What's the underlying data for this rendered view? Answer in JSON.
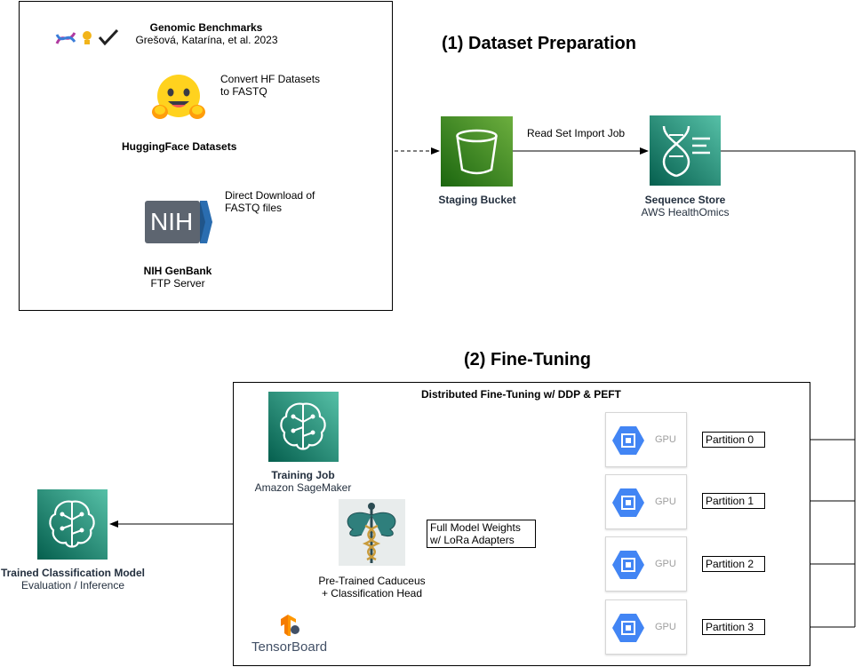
{
  "headings": {
    "dataset_preparation": "(1) Dataset Preparation",
    "fine_tuning": "(2) Fine-Tuning"
  },
  "sources_box": {
    "genomic_benchmarks": {
      "title": "Genomic Benchmarks",
      "citation": "Grešová, Katarína, et al. 2023"
    },
    "huggingface": {
      "label": "HuggingFace Datasets",
      "edge_label_line1": "Convert HF Datasets",
      "edge_label_line2": "to FASTQ"
    },
    "nih": {
      "logo_text": "NIH",
      "label": "NIH GenBank",
      "sublabel": "FTP Server",
      "edge_label_line1": "Direct Download of",
      "edge_label_line2": "FASTQ files"
    }
  },
  "staging_bucket": {
    "label": "Staging Bucket"
  },
  "import_edge": {
    "label": "Read Set Import Job"
  },
  "sequence_store": {
    "label": "Sequence Store",
    "sublabel": "AWS HealthOmics"
  },
  "fine_tuning_box": {
    "title": "Distributed Fine-Tuning w/ DDP & PEFT",
    "training_job": {
      "label": "Training Job",
      "sublabel": "Amazon SageMaker"
    },
    "caduceus": {
      "label_line1": "Pre-Trained Caduceus",
      "label_line2": "+ Classification Head"
    },
    "weights_edge": {
      "line1": "Full Model Weights",
      "line2": "w/ LoRa Adapters"
    },
    "tensorboard": {
      "label": "TensorBoard"
    },
    "gpus": [
      {
        "label": "GPU",
        "partition": "Partition 0"
      },
      {
        "label": "GPU",
        "partition": "Partition 1"
      },
      {
        "label": "GPU",
        "partition": "Partition 2"
      },
      {
        "label": "GPU",
        "partition": "Partition 3"
      }
    ]
  },
  "trained_model": {
    "label": "Trained Classification Model",
    "sublabel": "Evaluation / Inference"
  },
  "colors": {
    "aws_storage_green": "#3f8624",
    "aws_ml_teal": "#01a88d",
    "gcp_blue": "#4285f4",
    "tensorboard_orange": "#f57c00"
  }
}
